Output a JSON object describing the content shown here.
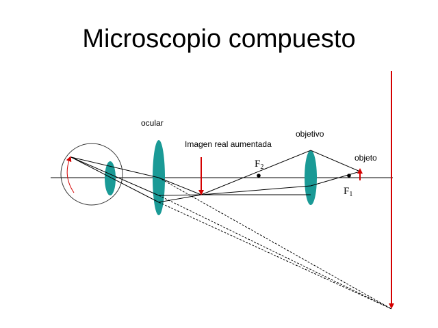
{
  "title": "Microscopio compuesto",
  "labels": {
    "ocular": "ocular",
    "imagen": "Imagen real aumentada",
    "objetivo": "objetivo",
    "objeto": "objeto",
    "f2": "F",
    "f2_sub": "2",
    "f1": "F",
    "f1_sub": "1"
  },
  "colors": {
    "lens": "#1a9a96",
    "arrow": "#d40000",
    "line": "#000000"
  }
}
